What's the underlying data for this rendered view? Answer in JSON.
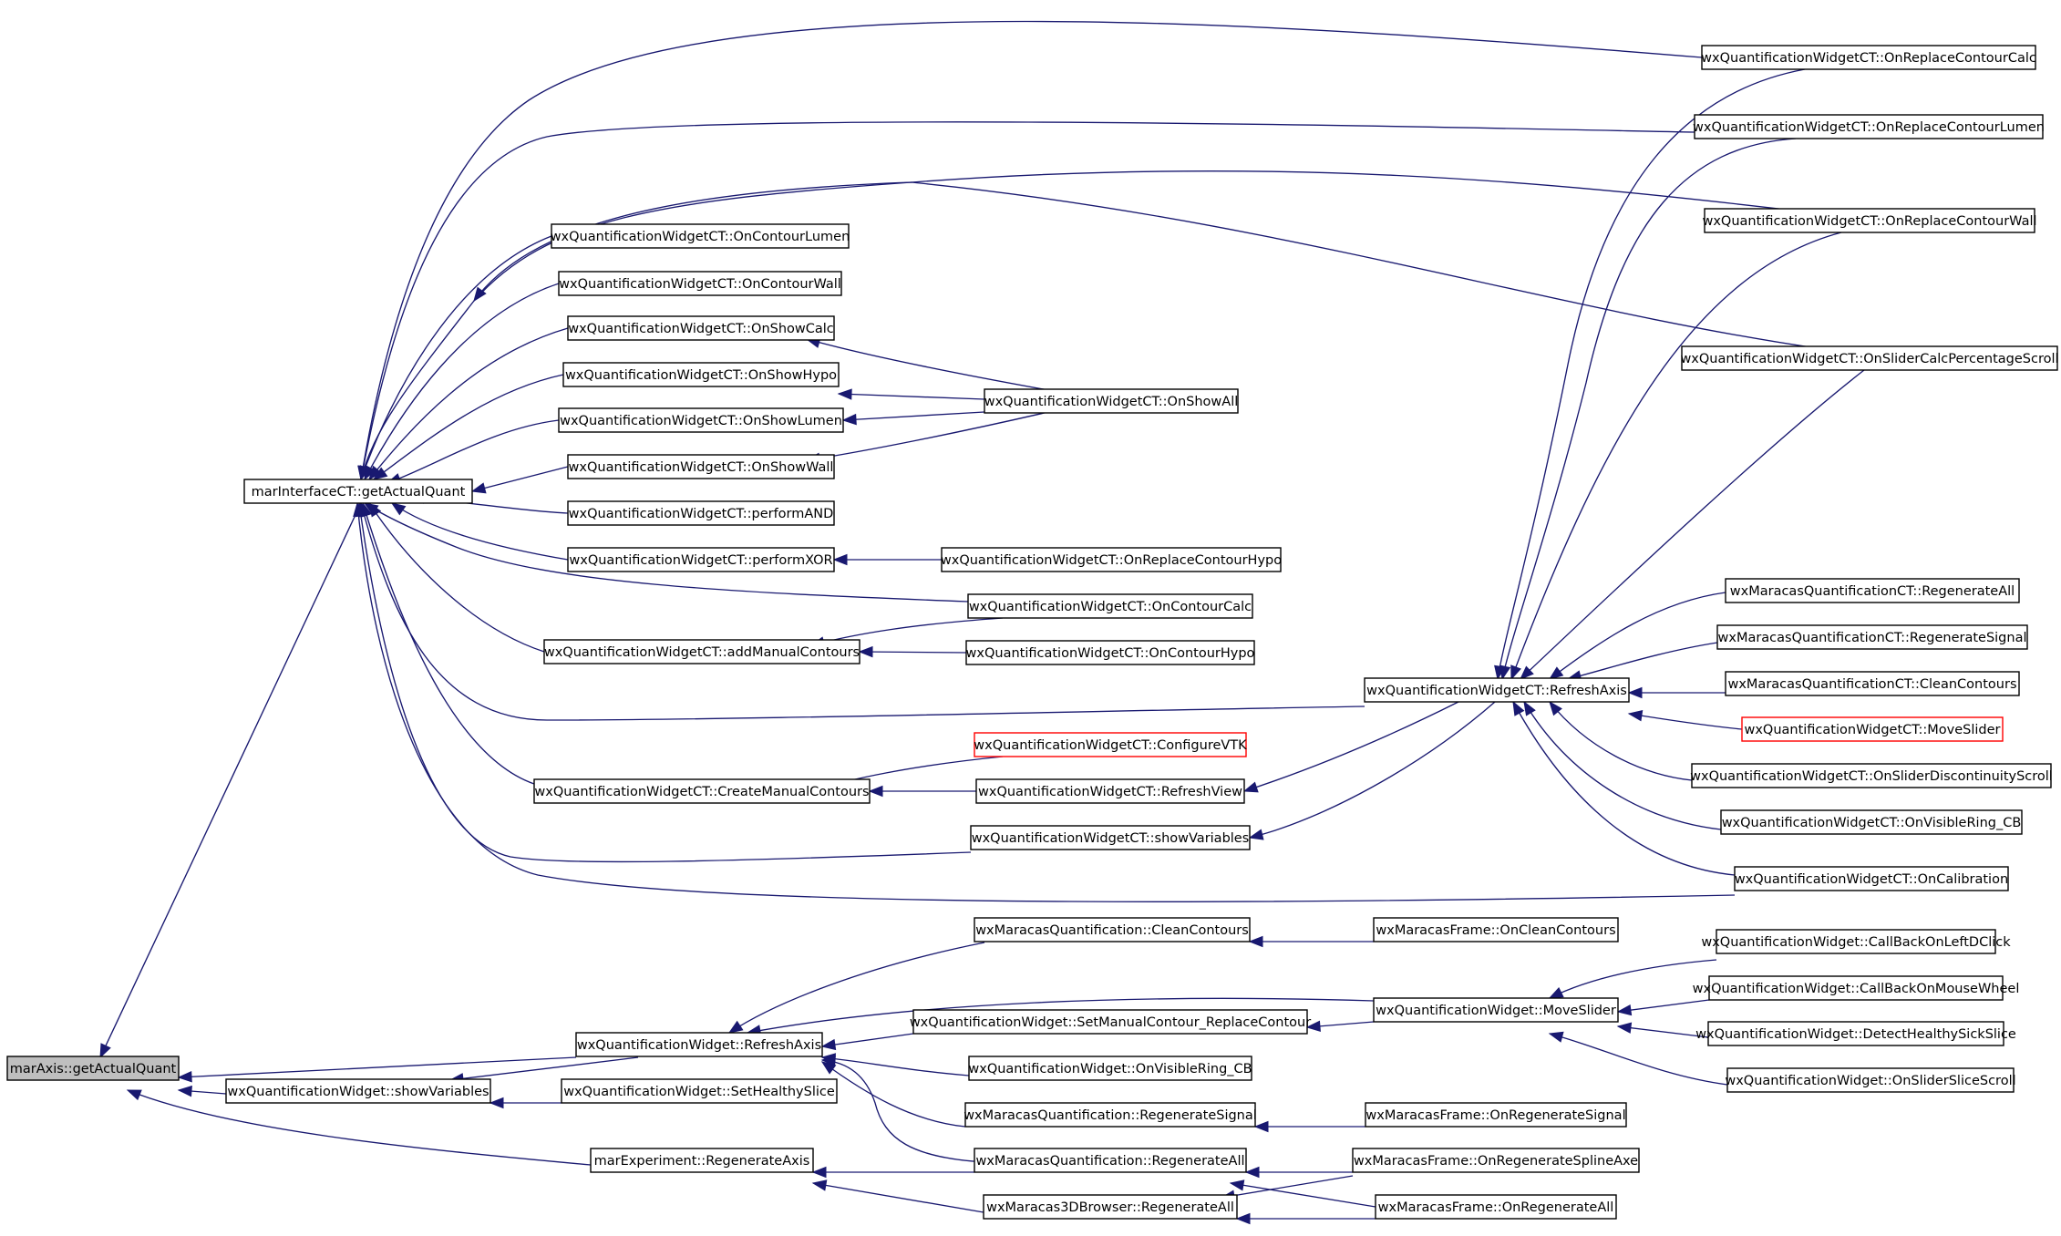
{
  "graph": {
    "root": "marAxis::getActualQuant",
    "nodes": [
      {
        "id": "root",
        "label": "marAxis::getActualQuant",
        "style": "root"
      },
      {
        "id": "iface",
        "label": "marInterfaceCT::getActualQuant"
      },
      {
        "id": "qw_refresh",
        "label": "wxQuantificationWidget::RefreshAxis"
      },
      {
        "id": "qw_showvars",
        "label": "wxQuantificationWidget::showVariables"
      },
      {
        "id": "exp_regen",
        "label": "marExperiment::RegenerateAxis"
      },
      {
        "id": "ct_replcalc",
        "label": "wxQuantificationWidgetCT::OnReplaceContourCalc"
      },
      {
        "id": "ct_repllumen",
        "label": "wxQuantificationWidgetCT::OnReplaceContourLumen"
      },
      {
        "id": "ct_replwall",
        "label": "wxQuantificationWidgetCT::OnReplaceContourWall"
      },
      {
        "id": "ct_slidercalc",
        "label": "wxQuantificationWidgetCT::OnSliderCalcPercentageScroll"
      },
      {
        "id": "ct_contlumen",
        "label": "wxQuantificationWidgetCT::OnContourLumen"
      },
      {
        "id": "ct_contwall",
        "label": "wxQuantificationWidgetCT::OnContourWall"
      },
      {
        "id": "ct_showcalc",
        "label": "wxQuantificationWidgetCT::OnShowCalc"
      },
      {
        "id": "ct_showhypo",
        "label": "wxQuantificationWidgetCT::OnShowHypo"
      },
      {
        "id": "ct_showlumen",
        "label": "wxQuantificationWidgetCT::OnShowLumen"
      },
      {
        "id": "ct_showwall",
        "label": "wxQuantificationWidgetCT::OnShowWall"
      },
      {
        "id": "ct_performand",
        "label": "wxQuantificationWidgetCT::performAND"
      },
      {
        "id": "ct_performxor",
        "label": "wxQuantificationWidgetCT::performXOR"
      },
      {
        "id": "ct_addmanual",
        "label": "wxQuantificationWidgetCT::addManualContours"
      },
      {
        "id": "ct_createmanual",
        "label": "wxQuantificationWidgetCT::CreateManualContours"
      },
      {
        "id": "ct_showall",
        "label": "wxQuantificationWidgetCT::OnShowAll"
      },
      {
        "id": "ct_replhypo",
        "label": "wxQuantificationWidgetCT::OnReplaceContourHypo"
      },
      {
        "id": "ct_contcalc",
        "label": "wxQuantificationWidgetCT::OnContourCalc"
      },
      {
        "id": "ct_conthypo",
        "label": "wxQuantificationWidgetCT::OnContourHypo"
      },
      {
        "id": "ct_configvtk",
        "label": "wxQuantificationWidgetCT::ConfigureVTK",
        "style": "red"
      },
      {
        "id": "ct_refreshview",
        "label": "wxQuantificationWidgetCT::RefreshView"
      },
      {
        "id": "ct_showvars",
        "label": "wxQuantificationWidgetCT::showVariables"
      },
      {
        "id": "ct_refreshaxis",
        "label": "wxQuantificationWidgetCT::RefreshAxis"
      },
      {
        "id": "mq_regenall",
        "label": "wxMaracasQuantificationCT::RegenerateAll"
      },
      {
        "id": "mq_regensignal",
        "label": "wxMaracasQuantificationCT::RegenerateSignal"
      },
      {
        "id": "mq_cleancontours",
        "label": "wxMaracasQuantificationCT::CleanContours"
      },
      {
        "id": "ct_moveslider",
        "label": "wxQuantificationWidgetCT::MoveSlider",
        "style": "red"
      },
      {
        "id": "ct_sliderdisc",
        "label": "wxQuantificationWidgetCT::OnSliderDiscontinuityScroll"
      },
      {
        "id": "ct_visiblering",
        "label": "wxQuantificationWidgetCT::OnVisibleRing_CB"
      },
      {
        "id": "ct_calibration",
        "label": "wxQuantificationWidgetCT::OnCalibration"
      },
      {
        "id": "m_cleancontours",
        "label": "wxMaracasQuantification::CleanContours"
      },
      {
        "id": "qw_setmanual",
        "label": "wxQuantificationWidget::SetManualContour_ReplaceContour"
      },
      {
        "id": "qw_visiblering",
        "label": "wxQuantificationWidget::OnVisibleRing_CB"
      },
      {
        "id": "m_regensignal",
        "label": "wxMaracasQuantification::RegenerateSignal"
      },
      {
        "id": "m_regenall",
        "label": "wxMaracasQuantification::RegenerateAll"
      },
      {
        "id": "qw_sethealthy",
        "label": "wxQuantificationWidget::SetHealthySlice"
      },
      {
        "id": "b3d_regenall",
        "label": "wxMaracas3DBrowser::RegenerateAll"
      },
      {
        "id": "f_cleancontours",
        "label": "wxMaracasFrame::OnCleanContours"
      },
      {
        "id": "qw_moveslider",
        "label": "wxQuantificationWidget::MoveSlider"
      },
      {
        "id": "f_regensignal",
        "label": "wxMaracasFrame::OnRegenerateSignal"
      },
      {
        "id": "f_regenspline",
        "label": "wxMaracasFrame::OnRegenerateSplineAxe"
      },
      {
        "id": "f_regenall",
        "label": "wxMaracasFrame::OnRegenerateAll"
      },
      {
        "id": "qw_cbleftdclick",
        "label": "wxQuantificationWidget::CallBackOnLeftDClick"
      },
      {
        "id": "qw_cbmousewheel",
        "label": "wxQuantificationWidget::CallBackOnMouseWheel"
      },
      {
        "id": "qw_detecthealthy",
        "label": "wxQuantificationWidget::DetectHealthySickSlice"
      },
      {
        "id": "qw_sliderslice",
        "label": "wxQuantificationWidget::OnSliderSliceScroll"
      }
    ],
    "edges": [
      {
        "from": "iface",
        "to": "root"
      },
      {
        "from": "qw_refresh",
        "to": "root"
      },
      {
        "from": "qw_showvars",
        "to": "root"
      },
      {
        "from": "exp_regen",
        "to": "root"
      },
      {
        "from": "ct_replcalc",
        "to": "iface"
      },
      {
        "from": "ct_repllumen",
        "to": "iface"
      },
      {
        "from": "ct_replwall",
        "to": "iface"
      },
      {
        "from": "ct_slidercalc",
        "to": "iface"
      },
      {
        "from": "ct_contlumen",
        "to": "iface"
      },
      {
        "from": "ct_contwall",
        "to": "iface"
      },
      {
        "from": "ct_showcalc",
        "to": "iface"
      },
      {
        "from": "ct_showhypo",
        "to": "iface"
      },
      {
        "from": "ct_showlumen",
        "to": "iface"
      },
      {
        "from": "ct_showwall",
        "to": "iface"
      },
      {
        "from": "ct_performand",
        "to": "iface"
      },
      {
        "from": "ct_performxor",
        "to": "iface"
      },
      {
        "from": "ct_contcalc",
        "to": "iface"
      },
      {
        "from": "ct_addmanual",
        "to": "iface"
      },
      {
        "from": "ct_refreshaxis",
        "to": "iface"
      },
      {
        "from": "ct_createmanual",
        "to": "iface"
      },
      {
        "from": "ct_showvars",
        "to": "iface"
      },
      {
        "from": "ct_calibration",
        "to": "iface"
      },
      {
        "from": "ct_showall",
        "to": "ct_showcalc"
      },
      {
        "from": "ct_showall",
        "to": "ct_showhypo"
      },
      {
        "from": "ct_showall",
        "to": "ct_showlumen"
      },
      {
        "from": "ct_showall",
        "to": "ct_showwall"
      },
      {
        "from": "ct_replhypo",
        "to": "ct_performxor"
      },
      {
        "from": "ct_contcalc",
        "to": "ct_addmanual"
      },
      {
        "from": "ct_conthypo",
        "to": "ct_addmanual"
      },
      {
        "from": "ct_configvtk",
        "to": "ct_createmanual"
      },
      {
        "from": "ct_refreshview",
        "to": "ct_createmanual"
      },
      {
        "from": "ct_refreshaxis",
        "to": "ct_refreshview"
      },
      {
        "from": "ct_refreshaxis",
        "to": "ct_showvars"
      },
      {
        "from": "ct_replcalc",
        "to": "ct_refreshaxis"
      },
      {
        "from": "ct_repllumen",
        "to": "ct_refreshaxis"
      },
      {
        "from": "ct_replwall",
        "to": "ct_refreshaxis"
      },
      {
        "from": "ct_slidercalc",
        "to": "ct_refreshaxis"
      },
      {
        "from": "mq_regenall",
        "to": "ct_refreshaxis"
      },
      {
        "from": "mq_regensignal",
        "to": "ct_refreshaxis"
      },
      {
        "from": "mq_cleancontours",
        "to": "ct_refreshaxis"
      },
      {
        "from": "ct_moveslider",
        "to": "ct_refreshaxis"
      },
      {
        "from": "ct_sliderdisc",
        "to": "ct_refreshaxis"
      },
      {
        "from": "ct_visiblering",
        "to": "ct_refreshaxis"
      },
      {
        "from": "ct_calibration",
        "to": "ct_refreshaxis"
      },
      {
        "from": "qw_sethealthy",
        "to": "qw_showvars"
      },
      {
        "from": "qw_refresh",
        "to": "qw_showvars"
      },
      {
        "from": "m_cleancontours",
        "to": "qw_refresh"
      },
      {
        "from": "qw_moveslider",
        "to": "qw_refresh"
      },
      {
        "from": "qw_setmanual",
        "to": "qw_refresh"
      },
      {
        "from": "qw_visiblering",
        "to": "qw_refresh"
      },
      {
        "from": "m_regensignal",
        "to": "qw_refresh"
      },
      {
        "from": "m_regenall",
        "to": "qw_refresh"
      },
      {
        "from": "m_regenall",
        "to": "exp_regen"
      },
      {
        "from": "b3d_regenall",
        "to": "exp_regen"
      },
      {
        "from": "f_cleancontours",
        "to": "m_cleancontours"
      },
      {
        "from": "qw_moveslider",
        "to": "qw_setmanual"
      },
      {
        "from": "f_regensignal",
        "to": "m_regensignal"
      },
      {
        "from": "f_regenspline",
        "to": "m_regenall"
      },
      {
        "from": "f_regenall",
        "to": "m_regenall"
      },
      {
        "from": "f_regenspline",
        "to": "b3d_regenall"
      },
      {
        "from": "f_regenall",
        "to": "b3d_regenall"
      },
      {
        "from": "qw_cbleftdclick",
        "to": "qw_moveslider"
      },
      {
        "from": "qw_cbmousewheel",
        "to": "qw_moveslider"
      },
      {
        "from": "qw_detecthealthy",
        "to": "qw_moveslider"
      },
      {
        "from": "qw_sliderslice",
        "to": "qw_moveslider"
      }
    ]
  }
}
